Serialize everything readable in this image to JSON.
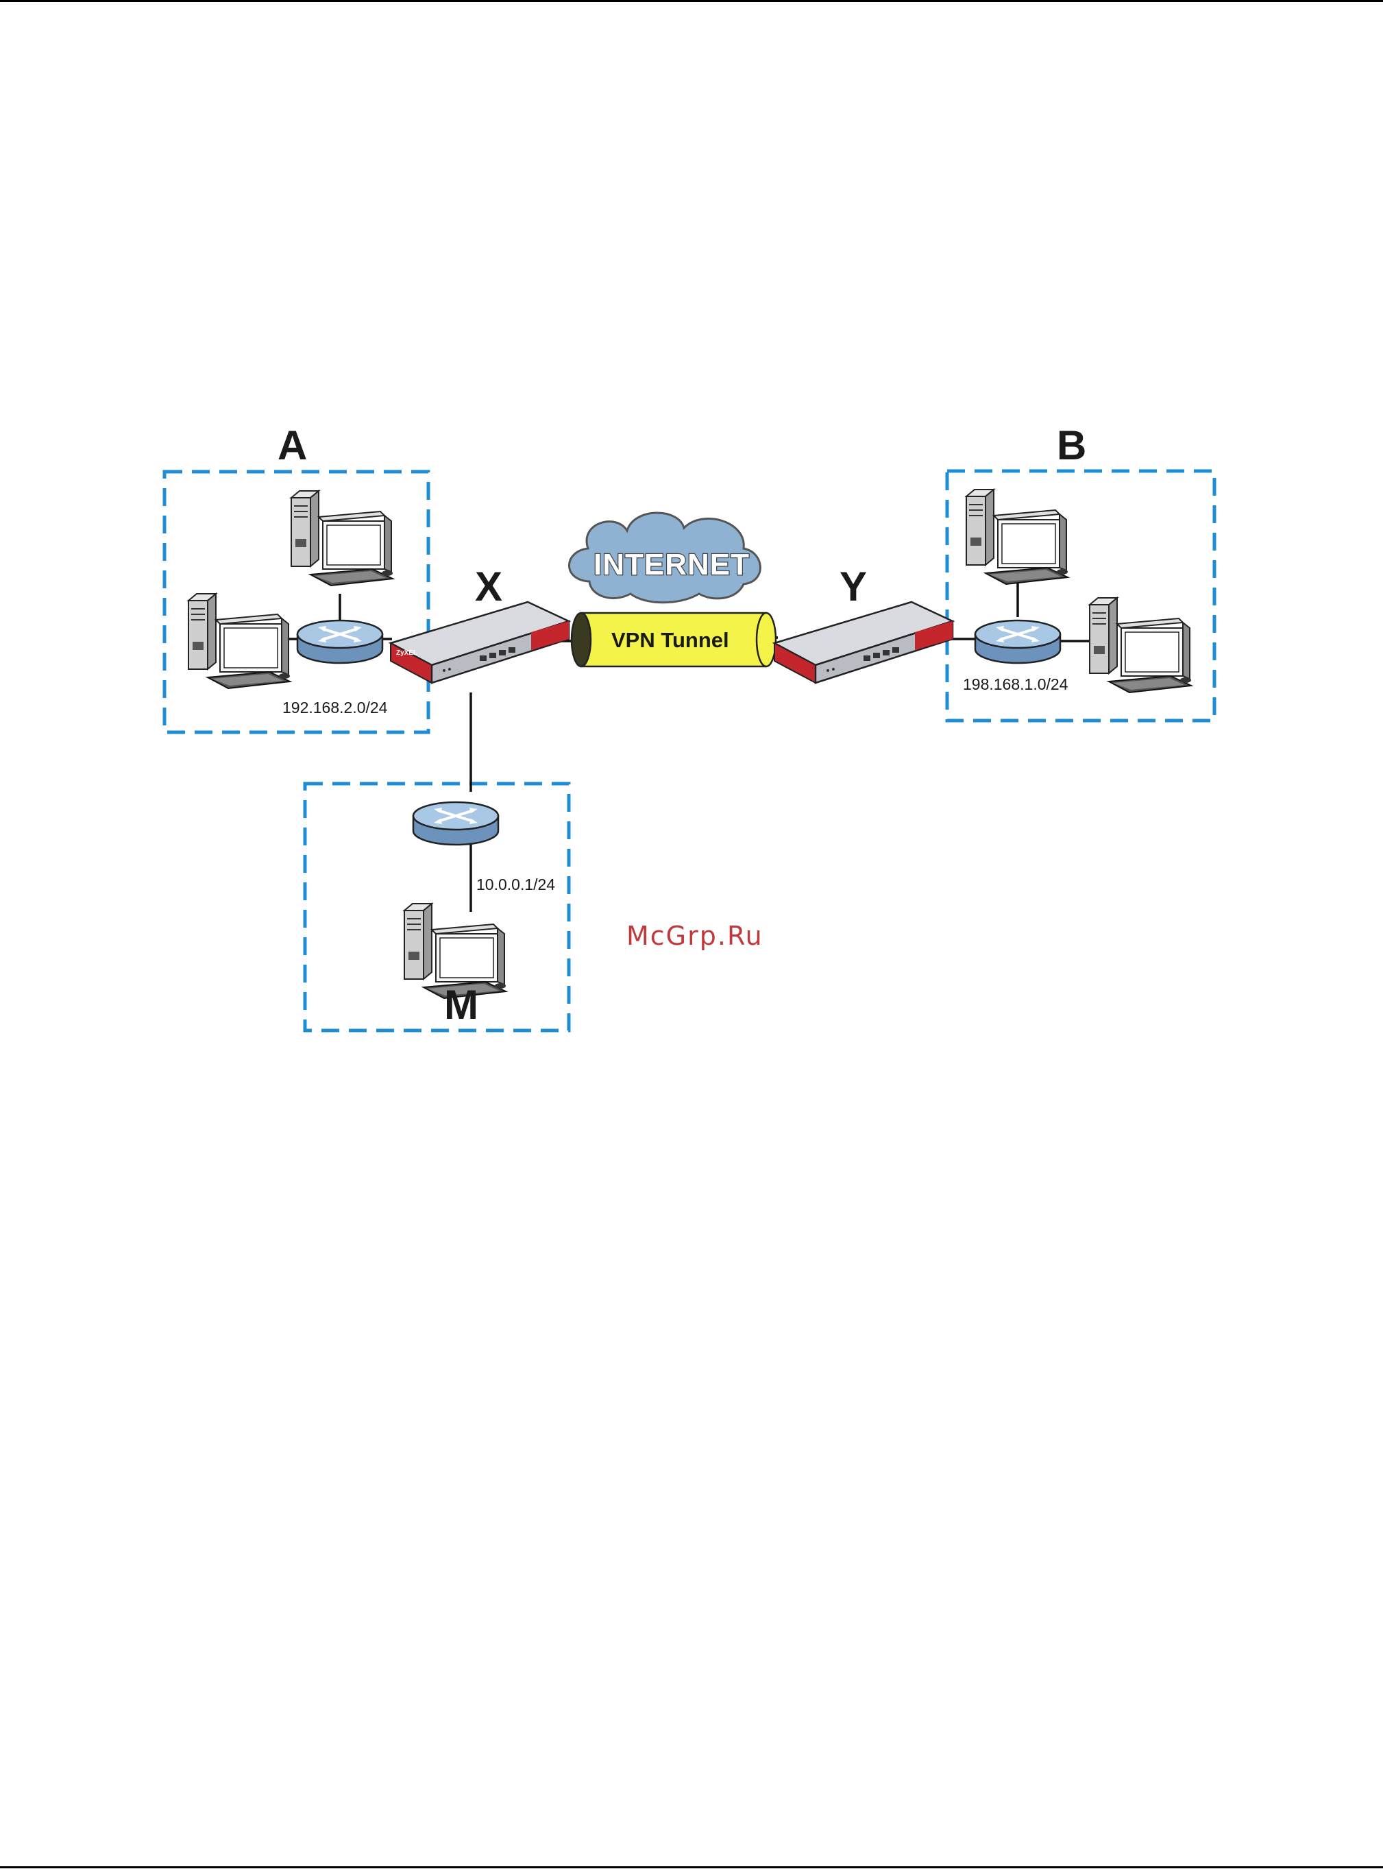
{
  "diagram": {
    "labels": {
      "network_a": "A",
      "network_b": "B",
      "device_x": "X",
      "device_y": "Y",
      "network_m": "M"
    },
    "subnets": {
      "a": "192.168.2.0/24",
      "b": "198.168.1.0/24",
      "m": "10.0.0.1/24"
    },
    "cloud": "INTERNET",
    "tunnel": "VPN Tunnel",
    "brand": "ZyXEL",
    "colors": {
      "dashed_box": "#1f8dd6",
      "tunnel_fill": "#f3f34a",
      "cloud_fill": "#8fb2d2",
      "device_accent": "#c4262e",
      "router_fill": "#a9c8e6"
    }
  },
  "watermark": "McGrp.Ru"
}
